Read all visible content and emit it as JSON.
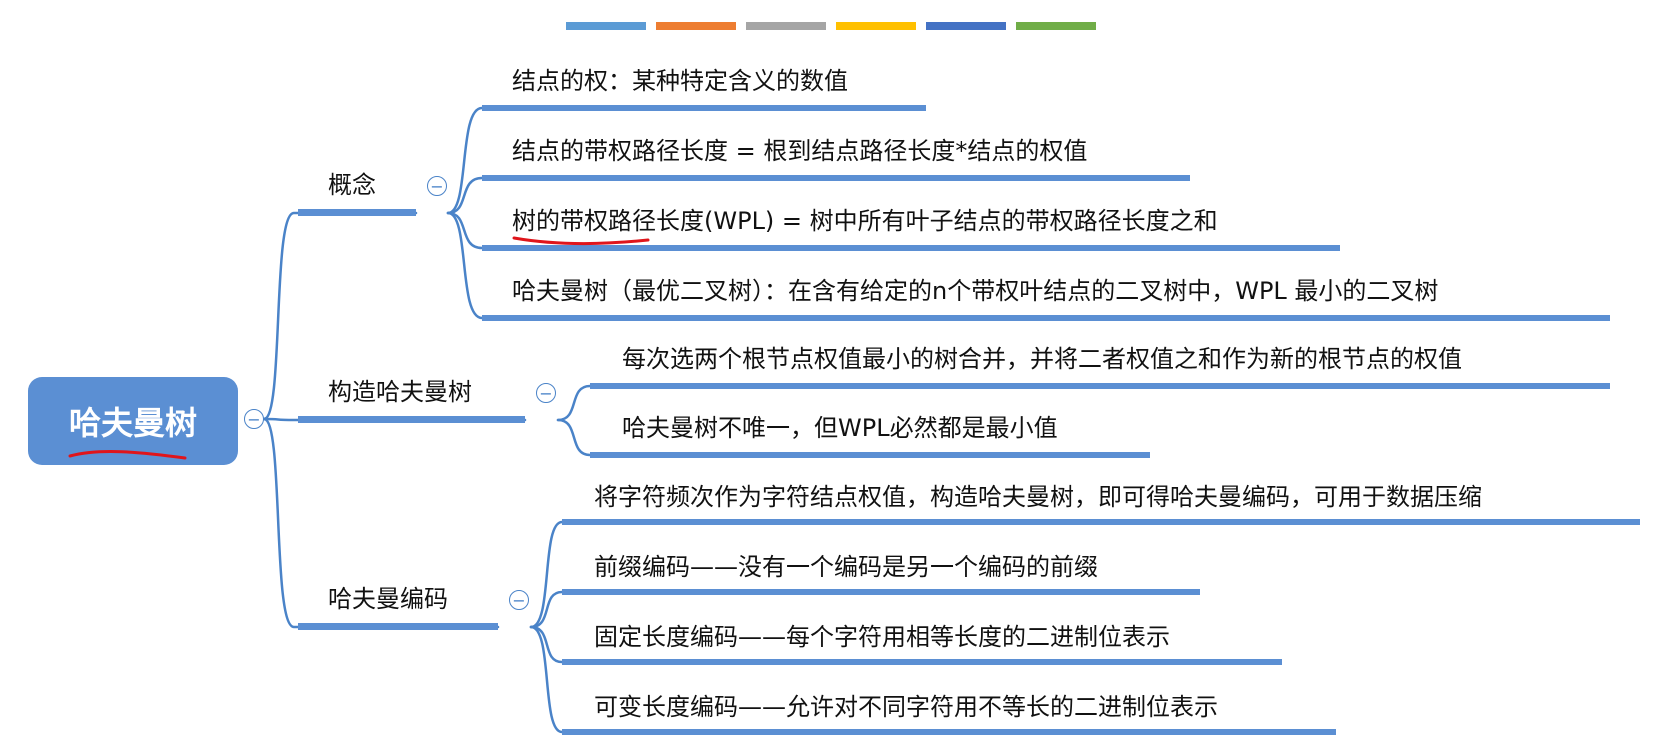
{
  "palette": {
    "swatches": [
      "#5b9bd5",
      "#ed7d31",
      "#a5a5a5",
      "#ffc000",
      "#4472c4",
      "#70ad47"
    ],
    "branch": "#4a83c8",
    "underline": "#5b8fd3",
    "root_fill": "#5b8fd3",
    "annotation": "#e0151b"
  },
  "root": {
    "label": "哈夫曼树"
  },
  "branches": [
    {
      "label": "概念",
      "children": [
        "结点的权：某种特定含义的数值",
        "结点的带权路径长度 = 根到结点路径长度*结点的权值",
        "树的带权路径长度(WPL) = 树中所有叶子结点的带权路径长度之和",
        "哈夫曼树（最优二叉树）：在含有给定的n个带权叶结点的二叉树中，WPL 最小的二叉树"
      ]
    },
    {
      "label": "构造哈夫曼树",
      "children": [
        "每次选两个根节点权值最小的树合并，并将二者权值之和作为新的根节点的权值",
        "哈夫曼树不唯一，但WPL必然都是最小值"
      ]
    },
    {
      "label": "哈夫曼编码",
      "children": [
        "将字符频次作为字符结点权值，构造哈夫曼树，即可得哈夫曼编码，可用于数据压缩",
        "前缀编码——没有一个编码是另一个编码的前缀",
        "固定长度编码——每个字符用相等长度的二进制位表示",
        "可变长度编码——允许对不同字符用不等长的二进制位表示"
      ]
    }
  ],
  "collapse_glyph": "−"
}
